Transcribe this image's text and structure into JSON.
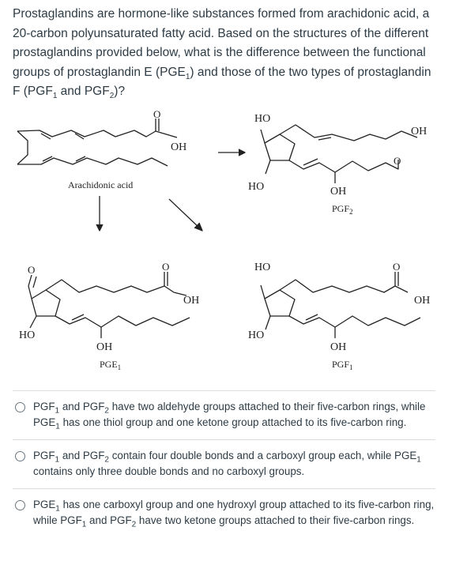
{
  "question": {
    "text_1": "Prostaglandins are hormone-like substances formed from arachidonic acid, a 20-carbon polyunsaturated fatty acid. Based on the structures of the different prostaglandins provided below, what is the difference between the functional groups of prostaglandin E (PGE",
    "sub_1": "1",
    "text_2": ") and those of the two types of prostaglandin F (PGF",
    "sub_2": "1",
    "text_3": " and PGF",
    "sub_3": "2",
    "text_4": ")?"
  },
  "figure": {
    "arachidonic": {
      "name": "Arachidonic acid",
      "o": "O",
      "oh": "OH"
    },
    "pgf2": {
      "ho_top": "HO",
      "ho_bottom": "HO",
      "oh_right": "OH",
      "o": "O",
      "oh_bottom": "OH",
      "name": "PGF",
      "name_sub": "2"
    },
    "pge1": {
      "o_top": "O",
      "o_right": "O",
      "oh_right": "OH",
      "ho": "HO",
      "oh_bottom": "OH",
      "name": "PGE",
      "name_sub": "1"
    },
    "pgf1": {
      "ho_top": "HO",
      "ho_bottom": "HO",
      "o": "O",
      "oh_right": "OH",
      "oh_bottom": "OH",
      "name": "PGF",
      "name_sub": "1"
    }
  },
  "choices": [
    {
      "parts": [
        "PGF",
        "1",
        " and PGF",
        "2",
        " have two aldehyde groups attached to their five-carbon rings, while PGE",
        "1",
        " has one thiol group and one ketone group attached to its five-carbon ring."
      ]
    },
    {
      "parts": [
        "PGF",
        "1",
        " and PGF",
        "2",
        " contain four double bonds and a carboxyl group each, while PGE",
        "1",
        " contains only three double bonds and no carboxyl groups."
      ]
    },
    {
      "parts": [
        "PGE",
        "1",
        " has one carboxyl group and one hydroxyl group attached to its five-carbon ring, while PGF",
        "1",
        " and PGF",
        "2",
        " have two ketone groups attached to their five-carbon rings."
      ]
    }
  ]
}
